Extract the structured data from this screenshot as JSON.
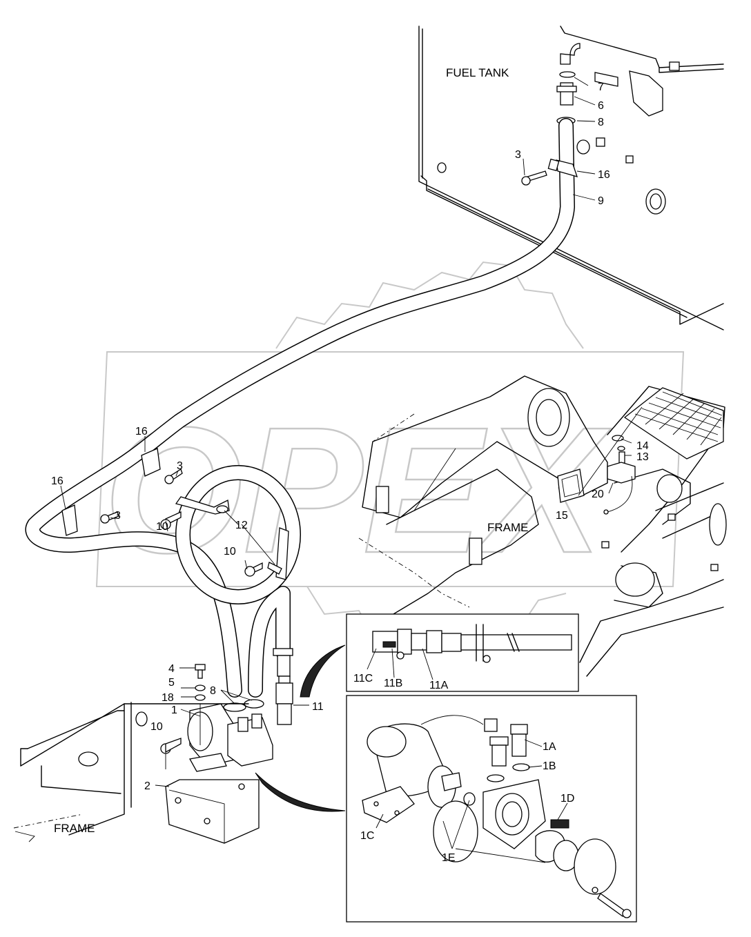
{
  "titles": {
    "fuel_tank": "FUEL TANK",
    "frame_right": "FRAME",
    "frame_left": "FRAME"
  },
  "watermark": "OPEX",
  "callouts": {
    "c1": "1",
    "c1A": "1A",
    "c1B": "1B",
    "c1C": "1C",
    "c1D": "1D",
    "c1E": "1E",
    "c2": "2",
    "c3a": "3",
    "c3b": "3",
    "c3c": "3",
    "c4": "4",
    "c5": "5",
    "c6": "6",
    "c7": "7",
    "c8a": "8",
    "c8b": "8",
    "c9": "9",
    "c10a": "10",
    "c10b": "10",
    "c10c": "10",
    "c11": "11",
    "c11A": "11A",
    "c11B": "11B",
    "c11C": "11C",
    "c12": "12",
    "c13": "13",
    "c14": "14",
    "c15": "15",
    "c16a": "16",
    "c16b": "16",
    "c16c": "16",
    "c18": "18",
    "c20": "20"
  }
}
